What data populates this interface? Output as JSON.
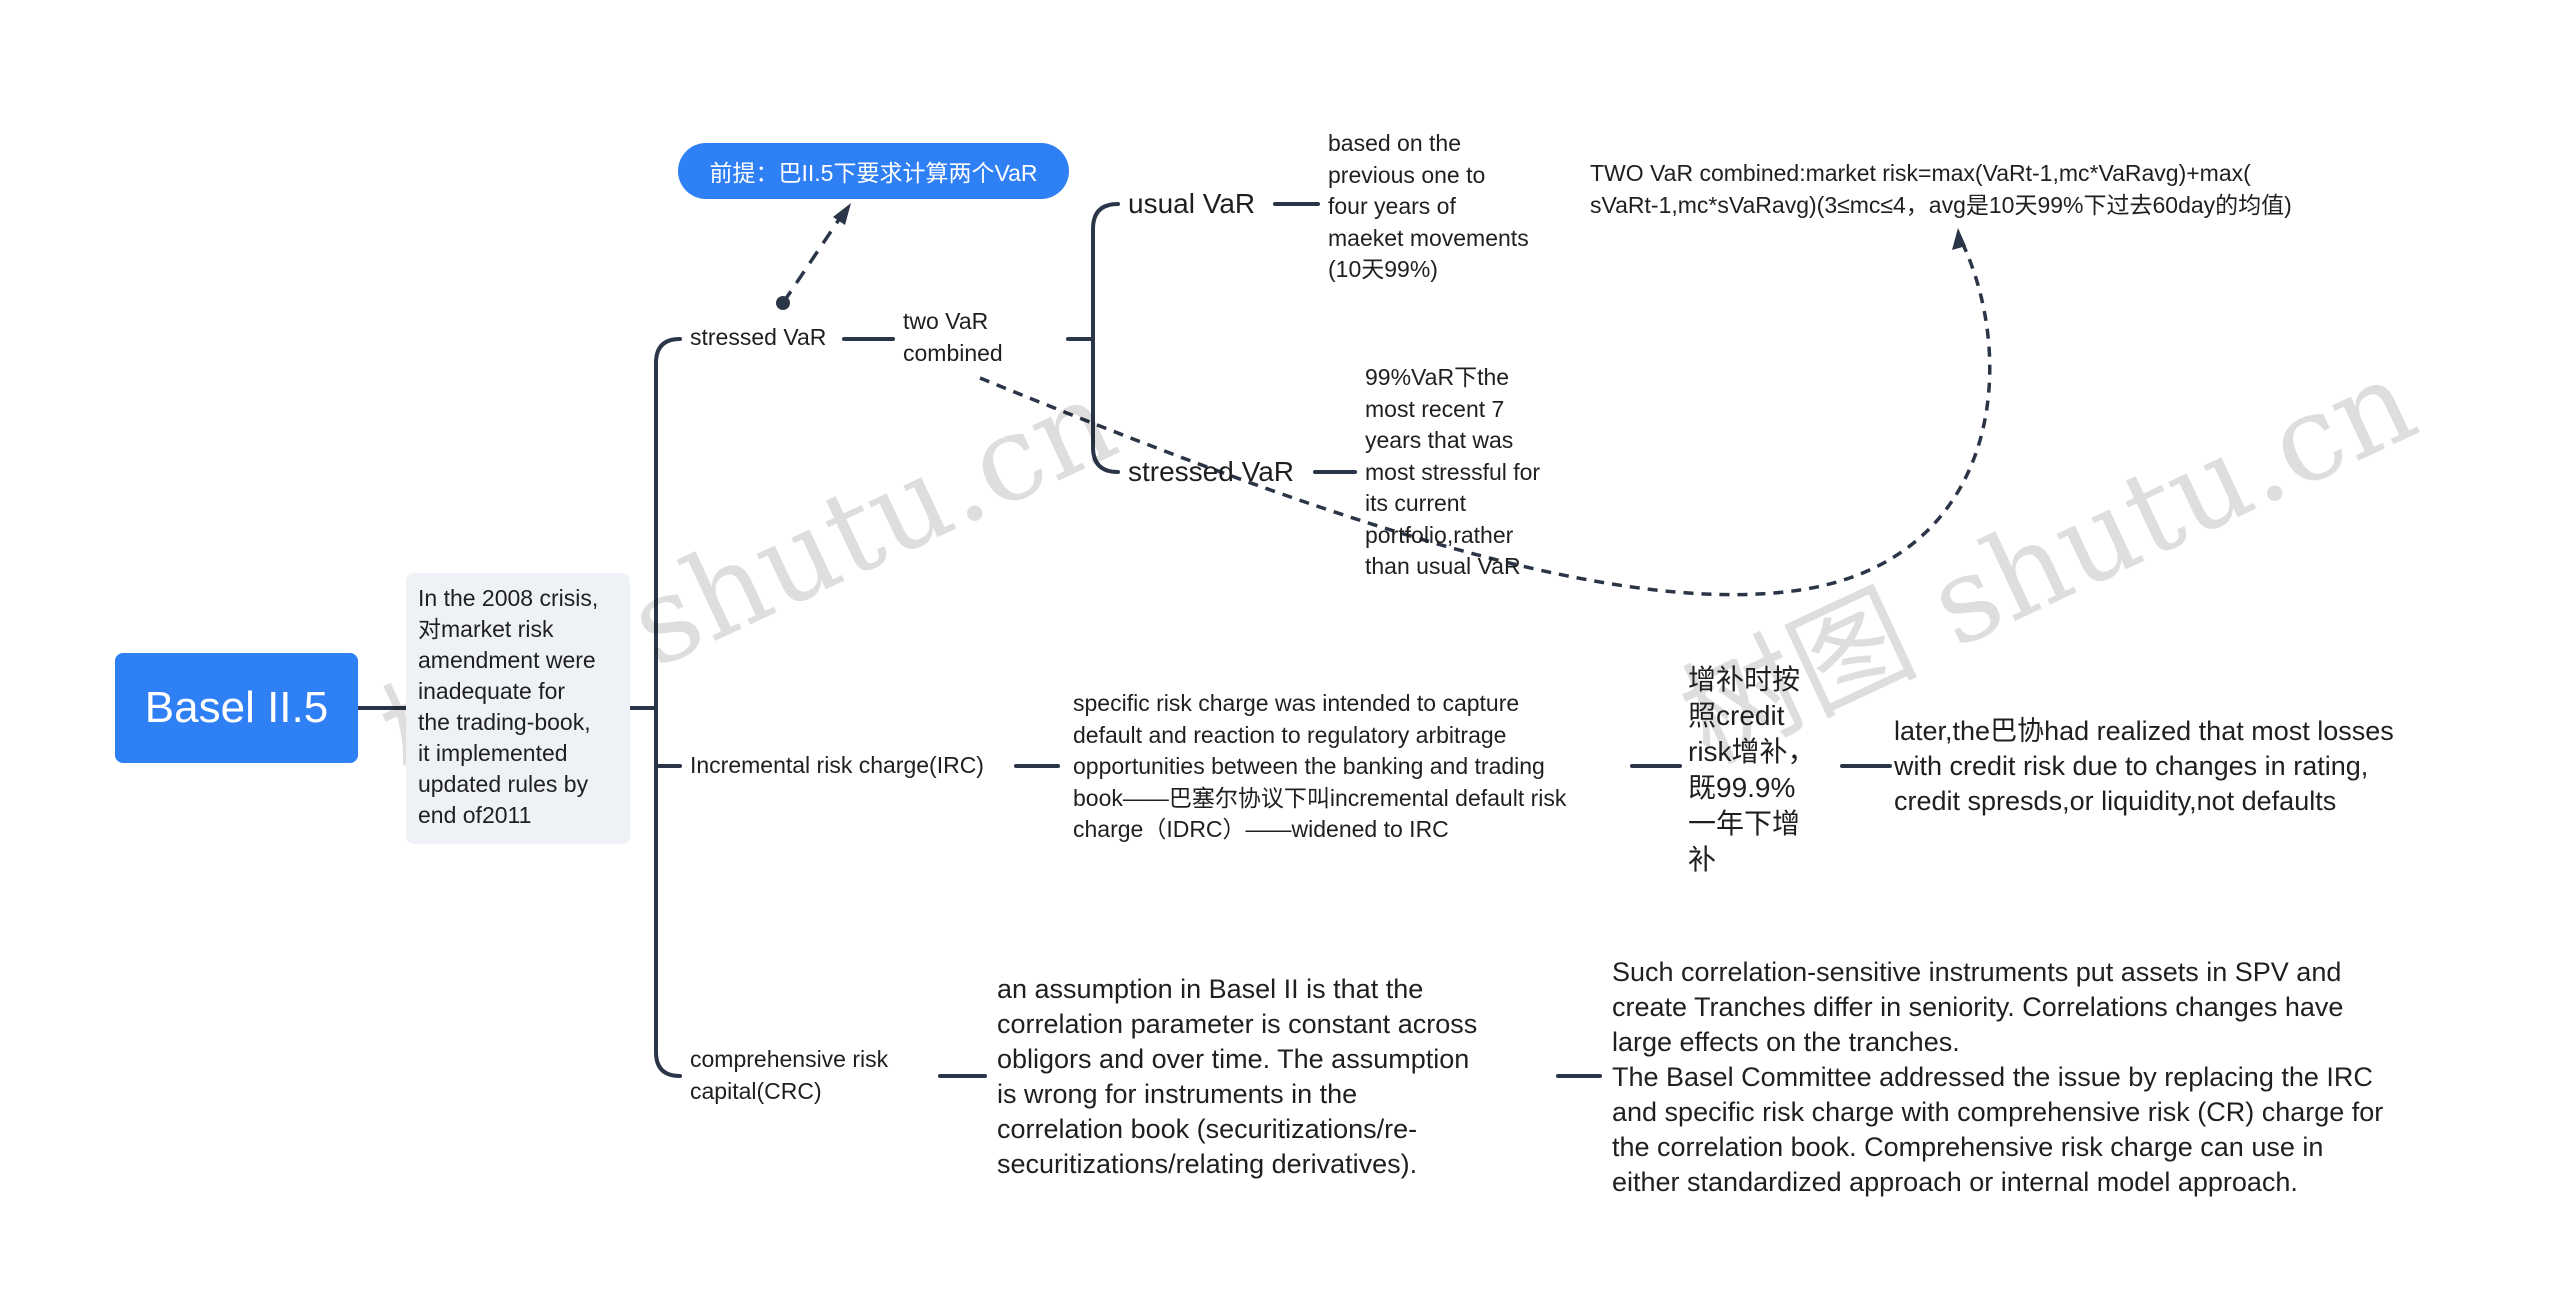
{
  "root": {
    "label": "Basel II.5"
  },
  "intro": {
    "text": "In the 2008 crisis,\n对market risk\namendment were\n inadequate for\nthe trading-book,\nit implemented\nupdated rules by\nend of2011"
  },
  "premise": {
    "label": "前提：巴II.5下要求计算两个VaR"
  },
  "branches": {
    "stressed_var": {
      "label": "stressed VaR",
      "two_var": "two VaR\ncombined",
      "usual_var": {
        "label": "usual VaR",
        "detail": "based on the\nprevious one to\nfour years of\nmaeket movements\n(10天99%)"
      },
      "stressed_sub": {
        "label": "stressed VaR",
        "detail": "99%VaR下the\nmost recent 7\nyears that was\nmost stressful for\nits current\nportfolio,rather\nthan usual VaR"
      },
      "formula": "TWO VaR combined:market risk=max(VaRt-1,mc*VaRavg)+max(\nsVaRt-1,mc*sVaRavg)(3≤mc≤4，avg是10天99%下过去60day的均值)"
    },
    "irc": {
      "label": "Incremental risk charge(IRC)",
      "detail": "specific risk charge was intended to capture\ndefault and reaction to regulatory arbitrage\nopportunities between the banking and trading\nbook——巴塞尔协议下叫incremental default risk\ncharge（IDRC）——widened to IRC",
      "supplement": "增补时按\n照credit\nrisk增补，\n既99.9%\n一年下增\n补",
      "later": "later,the巴协had realized that most losses\n with credit risk due to changes in rating,\ncredit spresds,or liquidity,not defaults"
    },
    "crc": {
      "label": "comprehensive risk\ncapital(CRC)",
      "assumption": "an assumption in Basel II is that the\ncorrelation parameter is constant across\nobligors and over time. The assumption\nis wrong for instruments in the\ncorrelation book (securitizations/re-\nsecuritizations/relating derivatives).",
      "resolution": "Such correlation-sensitive instruments put assets in SPV and\ncreate Tranches differ in seniority. Correlations changes have\nlarge effects on the tranches.\nThe Basel Committee addressed the issue by replacing the IRC\nand specific risk charge with comprehensive risk (CR) charge for\nthe correlation book. Comprehensive risk charge can use in\neither standardized approach or internal model approach."
    }
  },
  "watermarks": [
    "树图 shutu.cn",
    "树图 shutu.cn"
  ],
  "colors": {
    "accent": "#2f7ff5",
    "line": "#2a3547",
    "intro_bg": "#eef1f6"
  }
}
